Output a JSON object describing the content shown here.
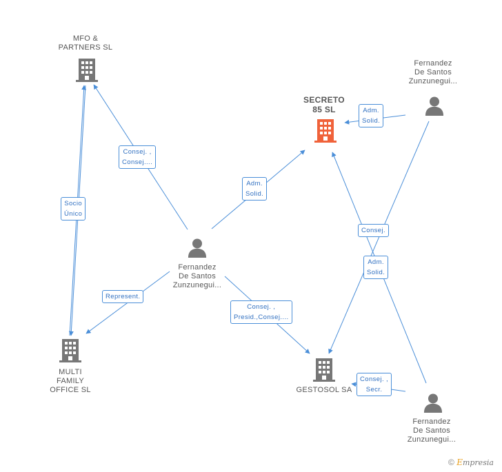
{
  "colors": {
    "edge": "#4a8ed8",
    "building": "#777777",
    "building_main": "#f0623a",
    "person": "#777777"
  },
  "nodes": {
    "mfo": {
      "label_lines": [
        "MFO &",
        "PARTNERS SL"
      ],
      "icon": "building-icon"
    },
    "secreto": {
      "label_lines": [
        "SECRETO",
        "85 SL"
      ],
      "icon": "building-icon"
    },
    "multi": {
      "label_lines": [
        "MULTI",
        "FAMILY",
        "OFFICE SL"
      ],
      "icon": "building-icon"
    },
    "gestosol": {
      "label_lines": [
        "GESTOSOL SA"
      ],
      "icon": "building-icon"
    },
    "person_center": {
      "label_lines": [
        "Fernandez",
        "De Santos",
        "Zunzunegui..."
      ],
      "icon": "person-icon"
    },
    "person_top_right": {
      "label_lines": [
        "Fernandez",
        "De Santos",
        "Zunzunegui..."
      ],
      "icon": "person-icon"
    },
    "person_bottom_right": {
      "label_lines": [
        "Fernandez",
        "De Santos",
        "Zunzunegui..."
      ],
      "icon": "person-icon"
    }
  },
  "edges": {
    "consej_mfo": {
      "lines": [
        "Consej. ,",
        "Consej...."
      ]
    },
    "socio_unico": {
      "lines": [
        "Socio",
        "Único"
      ]
    },
    "adm_solid_center": {
      "lines": [
        "Adm.",
        "Solid."
      ]
    },
    "adm_solid_top": {
      "lines": [
        "Adm.",
        "Solid."
      ]
    },
    "represent": {
      "lines": [
        "Represent."
      ]
    },
    "consej_presid": {
      "lines": [
        "Consej. ,",
        "Presid.,Consej...."
      ]
    },
    "consej_right": {
      "lines": [
        "Consej."
      ]
    },
    "adm_solid_right": {
      "lines": [
        "Adm.",
        "Solid."
      ]
    },
    "consej_secr": {
      "lines": [
        "Consej. ,",
        "Secr."
      ]
    }
  },
  "brand": {
    "copyright": "©",
    "e": "E",
    "rest": "mpresia"
  }
}
